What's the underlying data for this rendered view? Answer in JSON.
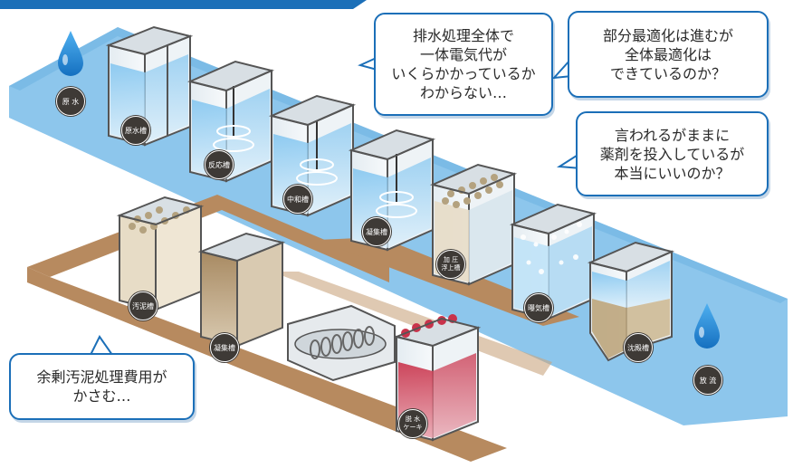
{
  "tanks": {
    "raw_water": {
      "label": "原 水"
    },
    "raw_water_tank": {
      "label": "原水槽"
    },
    "reaction_tank": {
      "label": "反応槽"
    },
    "neutralization_tank": {
      "label": "中和槽"
    },
    "coagulation_tank": {
      "label": "凝集槽"
    },
    "pressure_flotation_tank": {
      "line1": "加 圧",
      "line2": "浮上槽"
    },
    "aeration_tank": {
      "label": "曝気槽"
    },
    "sedimentation_tank": {
      "label": "沈殿槽"
    },
    "discharge": {
      "label": "放 流"
    },
    "sludge_tank": {
      "label": "汚泥槽"
    },
    "sludge_coagulation_tank": {
      "label": "凝集槽"
    },
    "dewatered_cake": {
      "line1": "脱 水",
      "line2": "ケーキ"
    }
  },
  "bubbles": {
    "electricity": {
      "line1": "排水処理全体で",
      "line2": "一体電気代が",
      "line3": "いくらかかっているか",
      "line4": "わからない…"
    },
    "optimization": {
      "line1": "部分最適化は進むが",
      "line2": "全体最適化は",
      "line3": "できているのか？"
    },
    "chemicals": {
      "line1": "言われるがままに",
      "line2": "薬剤を投入しているが",
      "line3": "本当にいいのか？"
    },
    "sludge_cost": {
      "line1": "余剰汚泥処理費用が",
      "line2": "かさむ…"
    }
  },
  "colors": {
    "water_belt": "#8dc6ec",
    "sludge_belt": "#b78a5f",
    "bubble_border": "#1b6fb8",
    "tag_bg": "#3e3a36",
    "drop": "#1f8ad6"
  }
}
